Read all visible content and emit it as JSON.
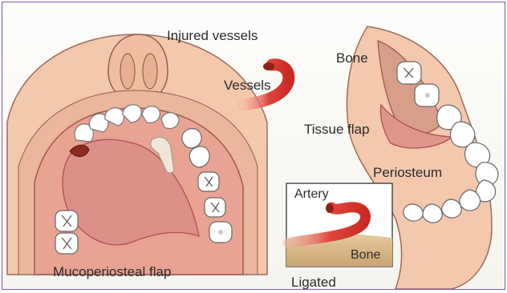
{
  "labels": {
    "injured_vessels": "Injured vessels",
    "vessels": "Vessels",
    "bone_top": "Bone",
    "tissue_flap": "Tissue flap",
    "periosteum": "Periosteum",
    "artery": "Artery",
    "bone_inset": "Bone",
    "mucoperiosteal_flap": "Mucoperiosteal flap",
    "ligated": "Ligated"
  },
  "colors": {
    "frame_border": "#7b5aa6",
    "skin": "#f4c8ad",
    "gum": "#e9a393",
    "flap": "#dd8f8a",
    "vessel_red": "#d9302a",
    "bone": "#d9b98c"
  }
}
